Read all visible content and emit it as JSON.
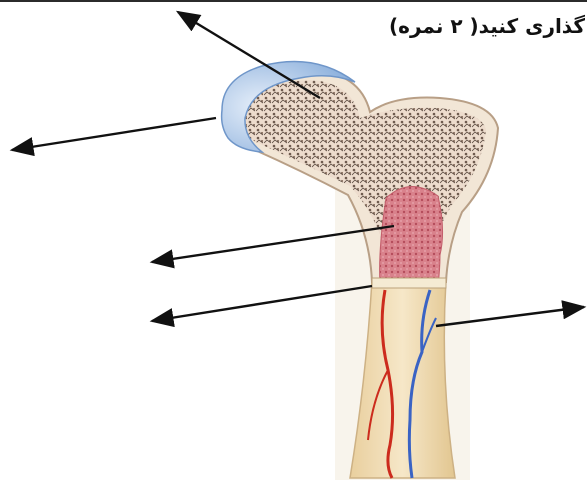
{
  "worksheet": {
    "instruction_text": "گذاری کنید( ۲ نمره)"
  },
  "diagram": {
    "subject": "long-bone-cross-section",
    "blank_label_arrows": 5,
    "colors": {
      "cartilage": "#a9c6e8",
      "spongy_bone": "#e7cfc0",
      "red_marrow": "#d4707d",
      "compact_bone": "#f0dcb5",
      "periosteum": "#cfe0f2",
      "artery": "#cc2b1d",
      "vein": "#3a63c4",
      "arrow": "#111111"
    }
  }
}
